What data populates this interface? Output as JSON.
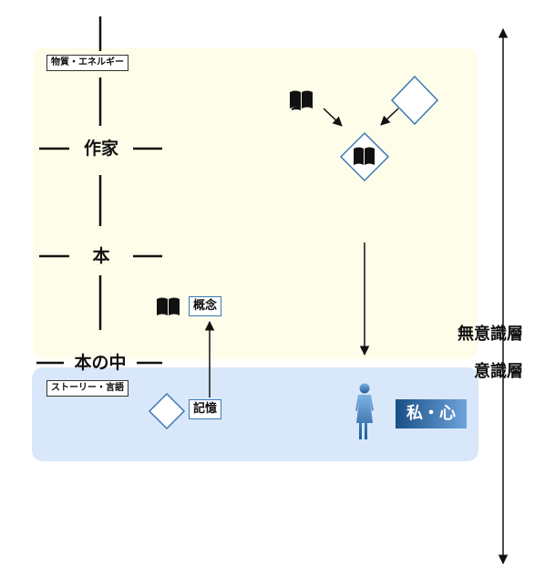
{
  "diagram": {
    "labels": {
      "matter_energy": "物質・エネルギー",
      "author": "作家",
      "book": "本",
      "in_book": "本の中",
      "story_language": "ストーリー・言語",
      "concept": "概念",
      "memory": "記憶",
      "self_mind": "私・心",
      "unconscious": "無意識層",
      "conscious": "意識層"
    },
    "colors": {
      "unconscious_zone": "#fdfde9",
      "conscious_zone": "#d8e8fa",
      "outline_blue": "#3c78b4",
      "person_gradient_top": "#7fb2e3",
      "person_gradient_bottom": "#1f5b9a",
      "label_gradient_left": "#1a4f86",
      "label_gradient_right": "#6ea3dc",
      "ink": "#111111"
    },
    "icons": [
      "book-icon",
      "diamond-icon",
      "person-icon",
      "double-arrow-icon"
    ]
  }
}
